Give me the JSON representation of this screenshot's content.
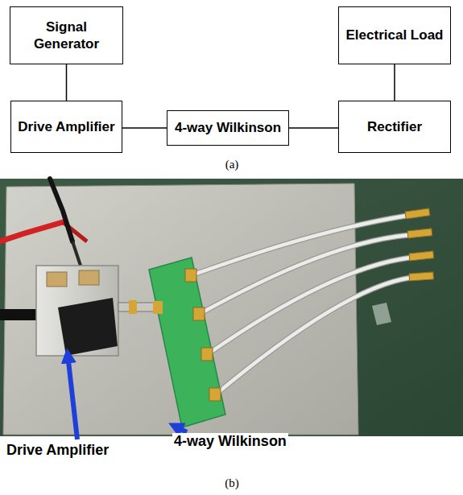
{
  "diagram": {
    "nodes": [
      {
        "text": [
          "Signal Generator"
        ]
      },
      {
        "text": [
          "Electrical Load"
        ]
      },
      {
        "text": [
          "Drive Amplifier"
        ]
      },
      {
        "text": [
          "4-way Wilkinson"
        ]
      },
      {
        "text": [
          "Rectifier"
        ]
      }
    ],
    "edges": [
      {
        "from": 0,
        "to": 2,
        "arrow": "none"
      },
      {
        "from": 2,
        "to": 3,
        "arrow": "none"
      },
      {
        "from": 3,
        "to": 4,
        "arrow": "none"
      },
      {
        "from": 4,
        "to": 1,
        "arrow": "none"
      }
    ],
    "labels": [
      "(a)",
      "Drive Amplifier",
      "4-way Wilkinson",
      "(b)"
    ]
  }
}
